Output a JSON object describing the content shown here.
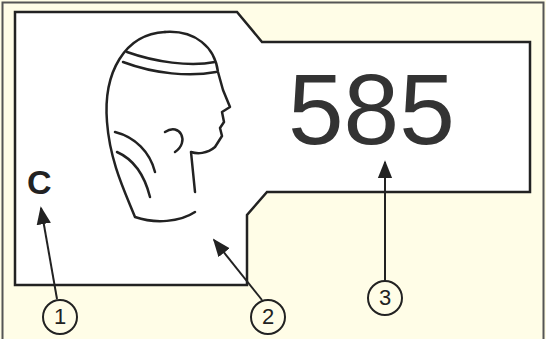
{
  "diagram": {
    "nodes": [
      {
        "text": [
          "C",
          "585"
        ]
      }
    ],
    "labels": [
      "1",
      "2",
      "3"
    ]
  }
}
